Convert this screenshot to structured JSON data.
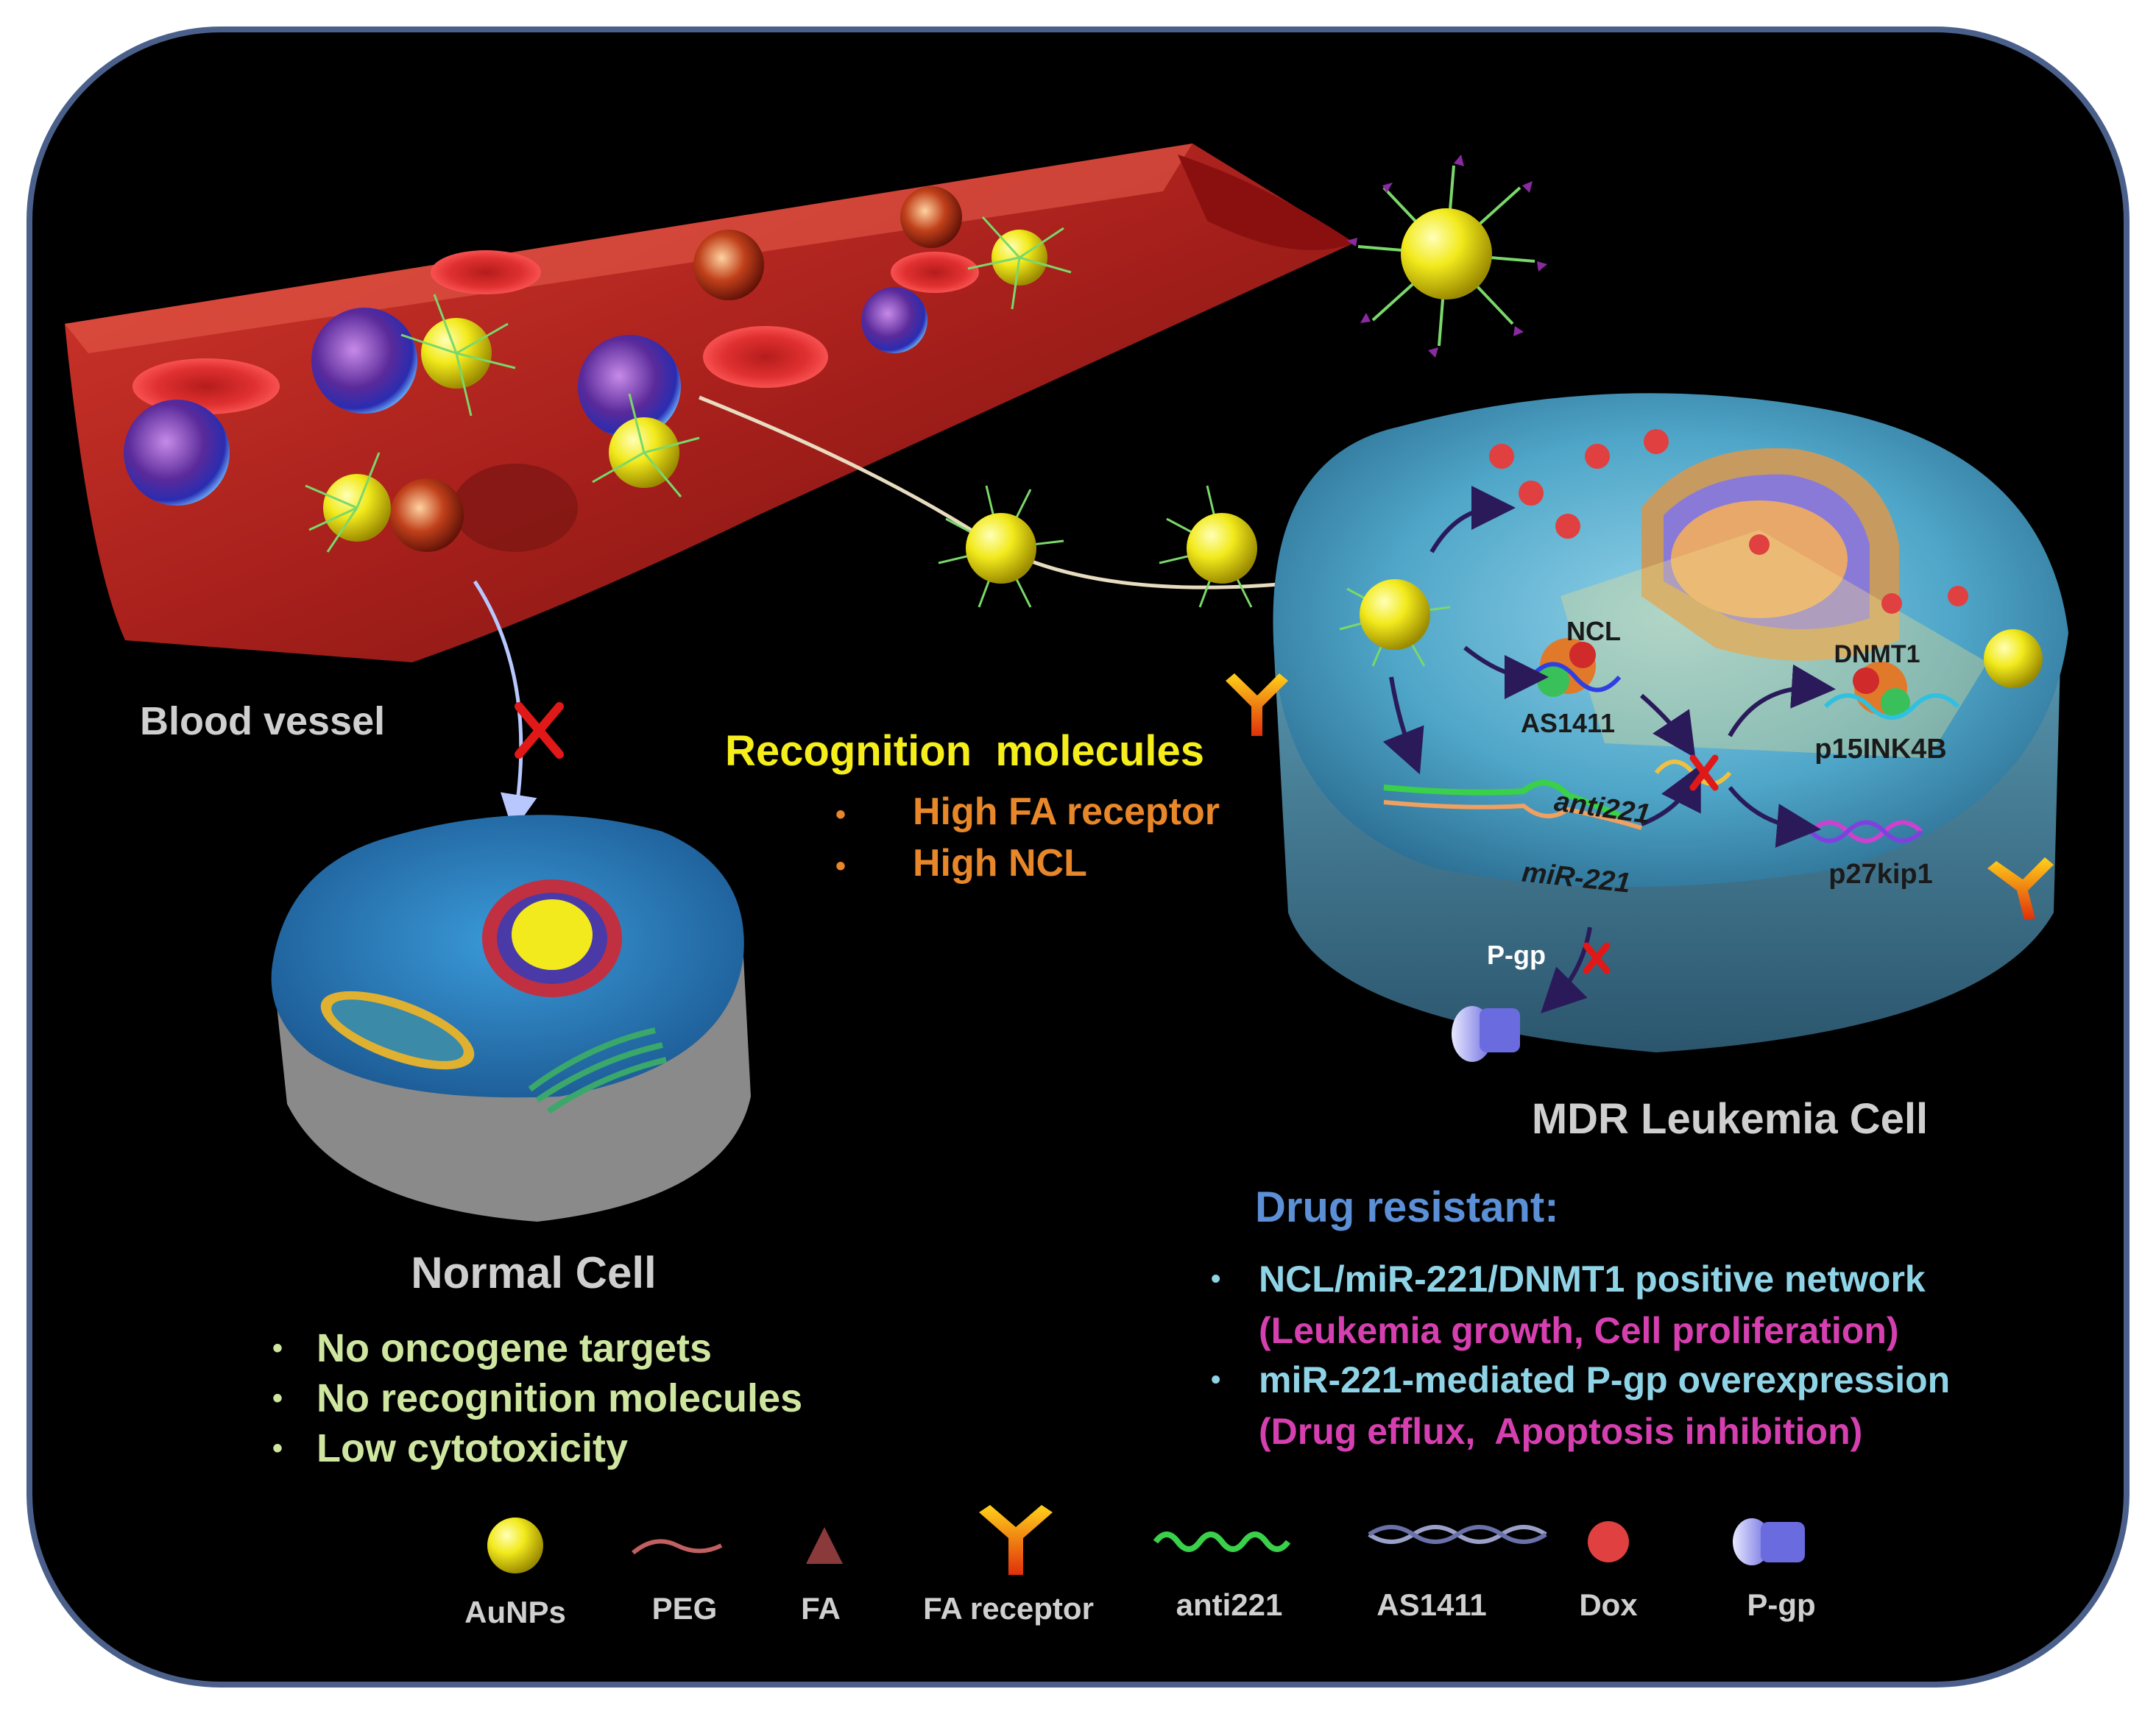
{
  "labels": {
    "blood_vessel": "Blood vessel",
    "normal_cell": "Normal Cell",
    "mdr_cell": "MDR Leukemia Cell",
    "ncl": "NCL",
    "as1411": "AS1411",
    "dnmt1": "DNMT1",
    "p15": "p15INK4B",
    "anti221": "anti221",
    "mir221": "miR-221",
    "p27": "p27kip1",
    "pgp": "P-gp"
  },
  "recognition": {
    "title": "Recognition  molecules",
    "items": [
      "High FA receptor",
      "High NCL"
    ]
  },
  "normal_features": [
    "No oncogene targets",
    "No recognition molecules",
    "Low cytotoxicity"
  ],
  "drug_resistant": {
    "title": "Drug resistant",
    "colon": ":",
    "items": [
      {
        "main": "NCL/miR-221/DNMT1 positive network",
        "sub": "(Leukemia growth, Cell proliferation)"
      },
      {
        "main": "miR-221-mediated P-gp overexpression",
        "sub": "(Drug efflux,  Apoptosis inhibition)"
      }
    ]
  },
  "legend": [
    {
      "label": "AuNPs",
      "icon": "aunp-icon"
    },
    {
      "label": "PEG",
      "icon": "peg-icon"
    },
    {
      "label": "FA",
      "icon": "fa-icon"
    },
    {
      "label": "FA receptor",
      "icon": "fa-receptor-icon"
    },
    {
      "label": "anti221",
      "icon": "anti221-icon"
    },
    {
      "label": "AS1411",
      "icon": "as1411-icon"
    },
    {
      "label": "Dox",
      "icon": "dox-icon"
    },
    {
      "label": "P-gp",
      "icon": "pgp-icon"
    }
  ],
  "colors": {
    "background": "#000000",
    "frame": "#4a5f8a",
    "vessel": "#b22222",
    "gold_np": "#f2ea1c",
    "yellow_text": "#f5ee1b",
    "orange_text": "#e8862a",
    "green_text": "#cfe6a0",
    "blue_text": "#5b8fd6",
    "cyan_text": "#8fd3e6",
    "magenta_text": "#d63fb0",
    "grey_text": "#cfcfcf",
    "inhibit_x": "#e01818"
  }
}
